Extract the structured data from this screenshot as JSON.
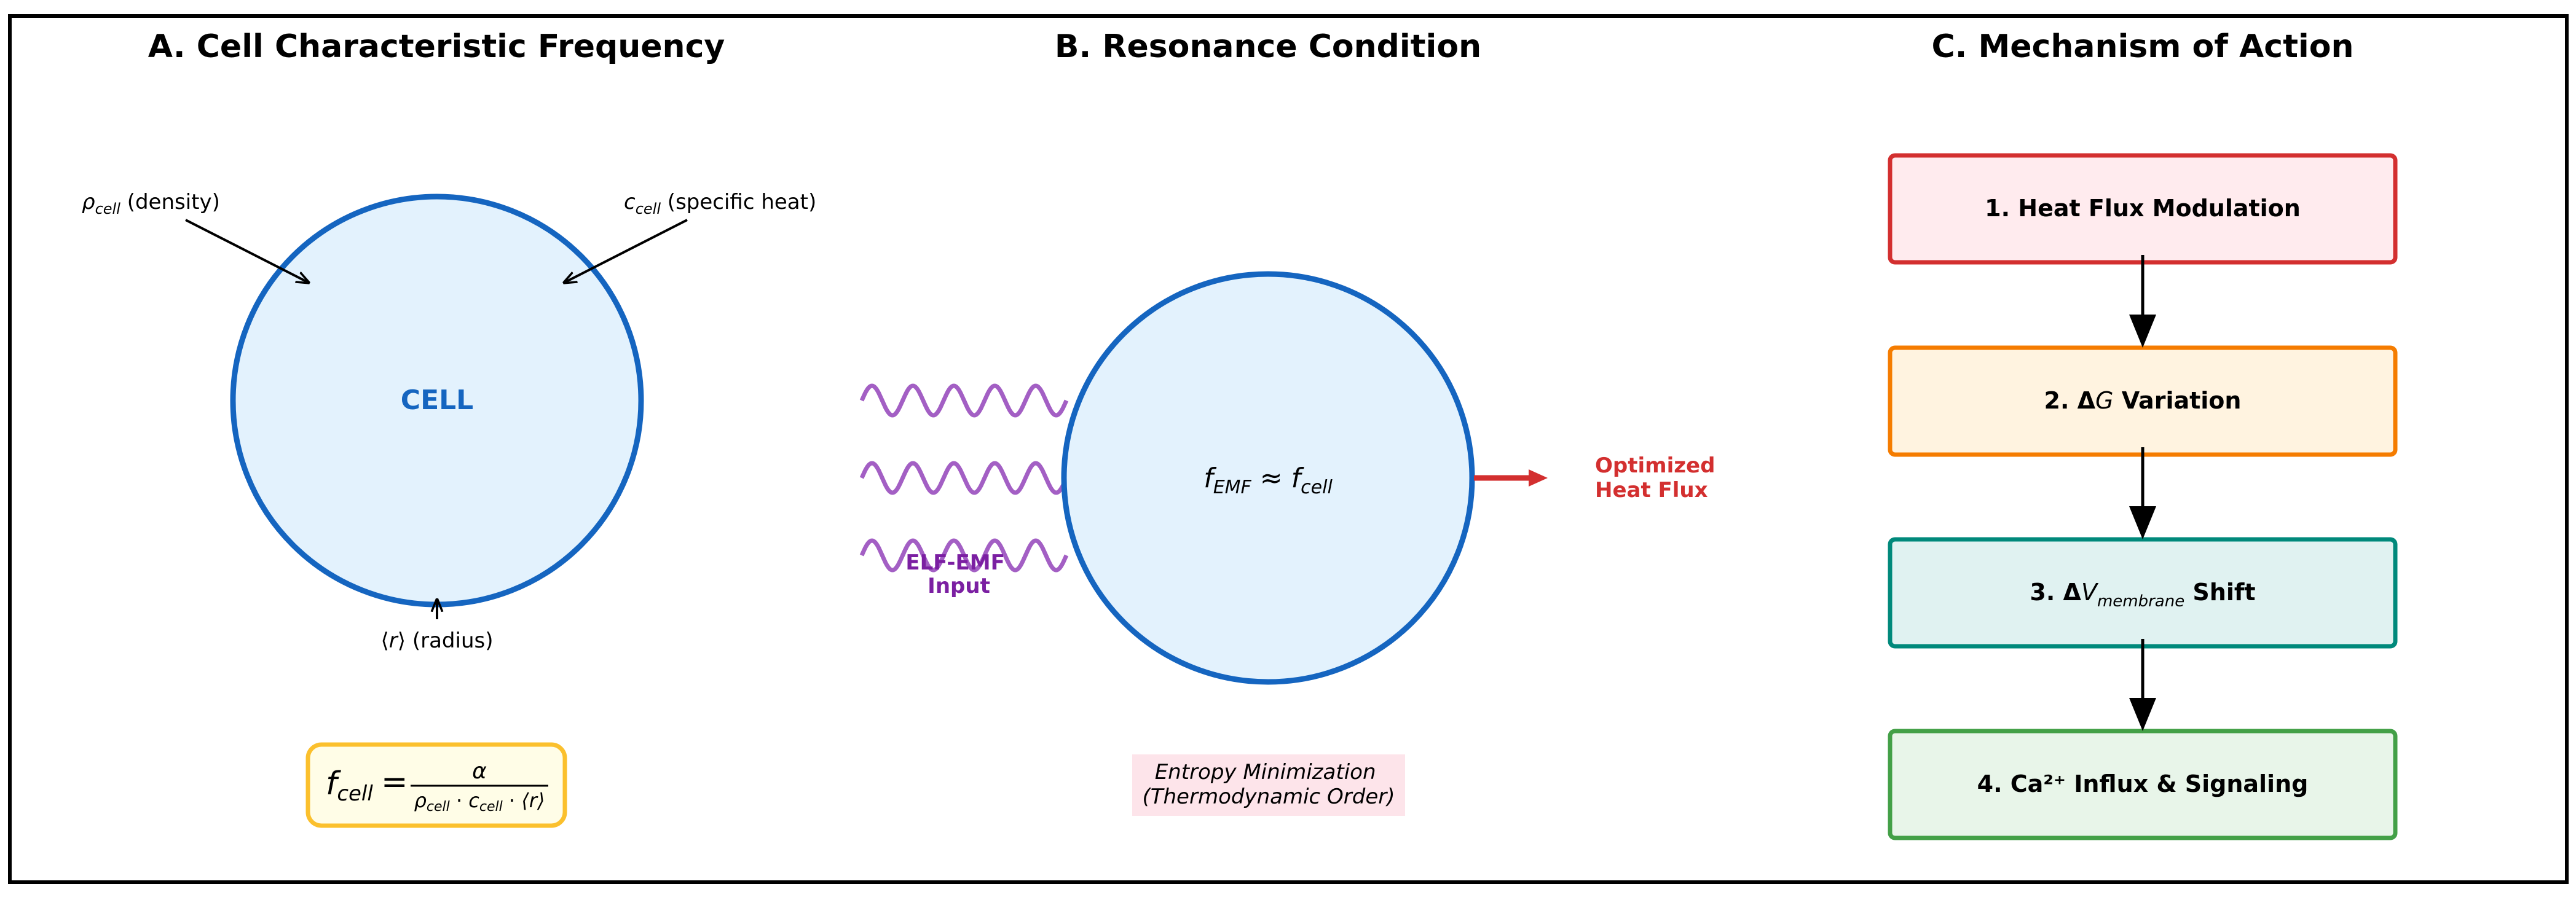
{
  "colors": {
    "frame": "#000000",
    "cell_stroke": "#1565c0",
    "cell_fill": "#e3f2fd",
    "wave": "#a35fc4",
    "elf_label": "#7b1fa2",
    "output_arrow": "#d32f2f",
    "output_label": "#d32f2f",
    "formula_box_stroke": "#fbc02d",
    "formula_box_fill": "#fffde7",
    "entropy_box_fill": "#fde4ea",
    "steps": [
      {
        "stroke": "#d32f2f",
        "fill": "#ffebee"
      },
      {
        "stroke": "#f57c00",
        "fill": "#fff3e0"
      },
      {
        "stroke": "#00897b",
        "fill": "#e0f2f1"
      },
      {
        "stroke": "#43a047",
        "fill": "#e8f5e9"
      }
    ]
  },
  "panel_a": {
    "title": "A. Cell Characteristic Frequency",
    "cell_label": "CELL",
    "density": {
      "symbol": "ρ",
      "subscript": "cell",
      "text": " (density)"
    },
    "specific_heat": {
      "symbol": "c",
      "subscript": "cell",
      "text": " (specific heat)"
    },
    "radius": {
      "open": "⟨",
      "symbol": "r",
      "close": "⟩",
      "text": " (radius)"
    },
    "formula": {
      "lhs_symbol": "f",
      "lhs_subscript": "cell",
      "equals": "=",
      "numerator": "α",
      "den_rho": "ρ",
      "den_rho_sub": "cell",
      "den_dot1": " · ",
      "den_c": "c",
      "den_c_sub": "cell",
      "den_dot2": " · ",
      "den_r": "⟨r⟩"
    }
  },
  "panel_b": {
    "title": "B. Resonance Condition",
    "input_label_line1": "ELF-EMF",
    "input_label_line2": "Input",
    "resonance": {
      "f1": "f",
      "f1_sub": "EMF",
      "approx": " ≈ ",
      "f2": "f",
      "f2_sub": "cell"
    },
    "output_line1": "Optimized",
    "output_line2": "Heat Flux",
    "entropy_line1": "Entropy Minimization",
    "entropy_line2": "(Thermodynamic Order)"
  },
  "panel_c": {
    "title": "C. Mechanism of Action",
    "step1": "1. Heat Flux Modulation",
    "step2": {
      "prefix": "2. Δ",
      "var": "G",
      "suffix": " Variation"
    },
    "step3": {
      "prefix": "3. Δ",
      "var": "V",
      "sub": "membrane",
      "suffix": " Shift"
    },
    "step4": "4. Ca²⁺ Influx & Signaling"
  }
}
